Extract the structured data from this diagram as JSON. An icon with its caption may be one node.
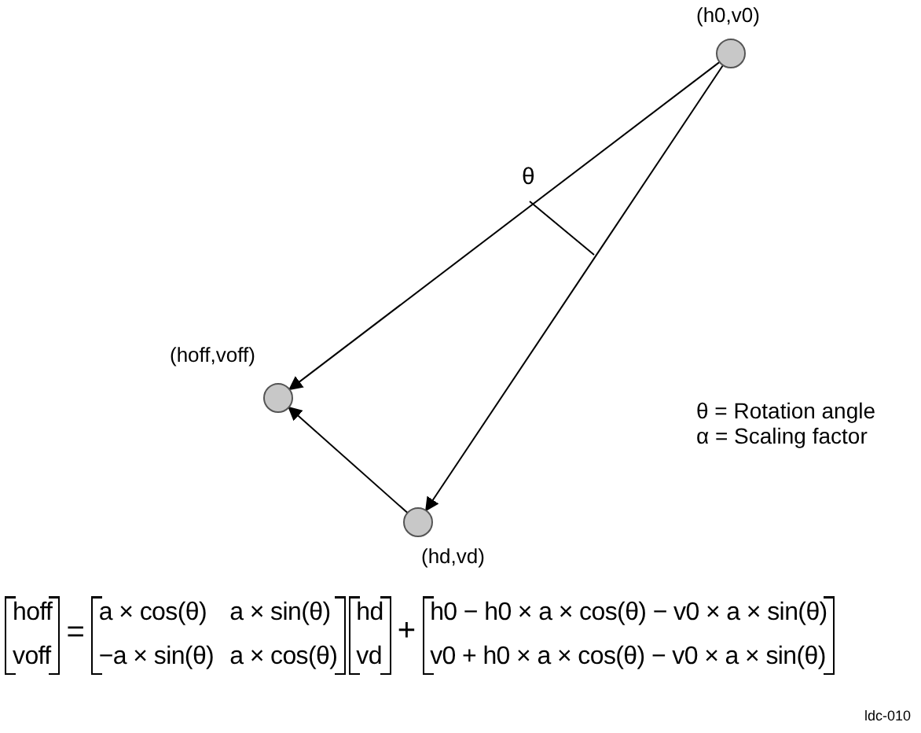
{
  "diagram": {
    "nodes": [
      {
        "text": [
          "(h0,v0)"
        ]
      },
      {
        "text": [
          "(hoff,voff)"
        ]
      },
      {
        "text": [
          "(hd,vd)"
        ]
      }
    ],
    "edges": [
      {
        "from": 0,
        "to": 1,
        "arrow": "to"
      },
      {
        "from": 0,
        "to": 2,
        "arrow": "to"
      },
      {
        "from": 2,
        "to": 1,
        "arrow": "to"
      }
    ],
    "labels": [
      "θ",
      "θ = Rotation angle",
      "α = Scaling factor",
      "hoff",
      "voff",
      "=",
      "a × cos(θ)",
      "a × sin(θ)",
      "−a × sin(θ)",
      "a × cos(θ)",
      "hd",
      "vd",
      "+",
      "h0 − h0 × a × cos(θ) − v0 × a × sin(θ)",
      "v0 + h0 × a × cos(θ) − v0 × a × sin(θ)",
      "ldc-010"
    ]
  }
}
